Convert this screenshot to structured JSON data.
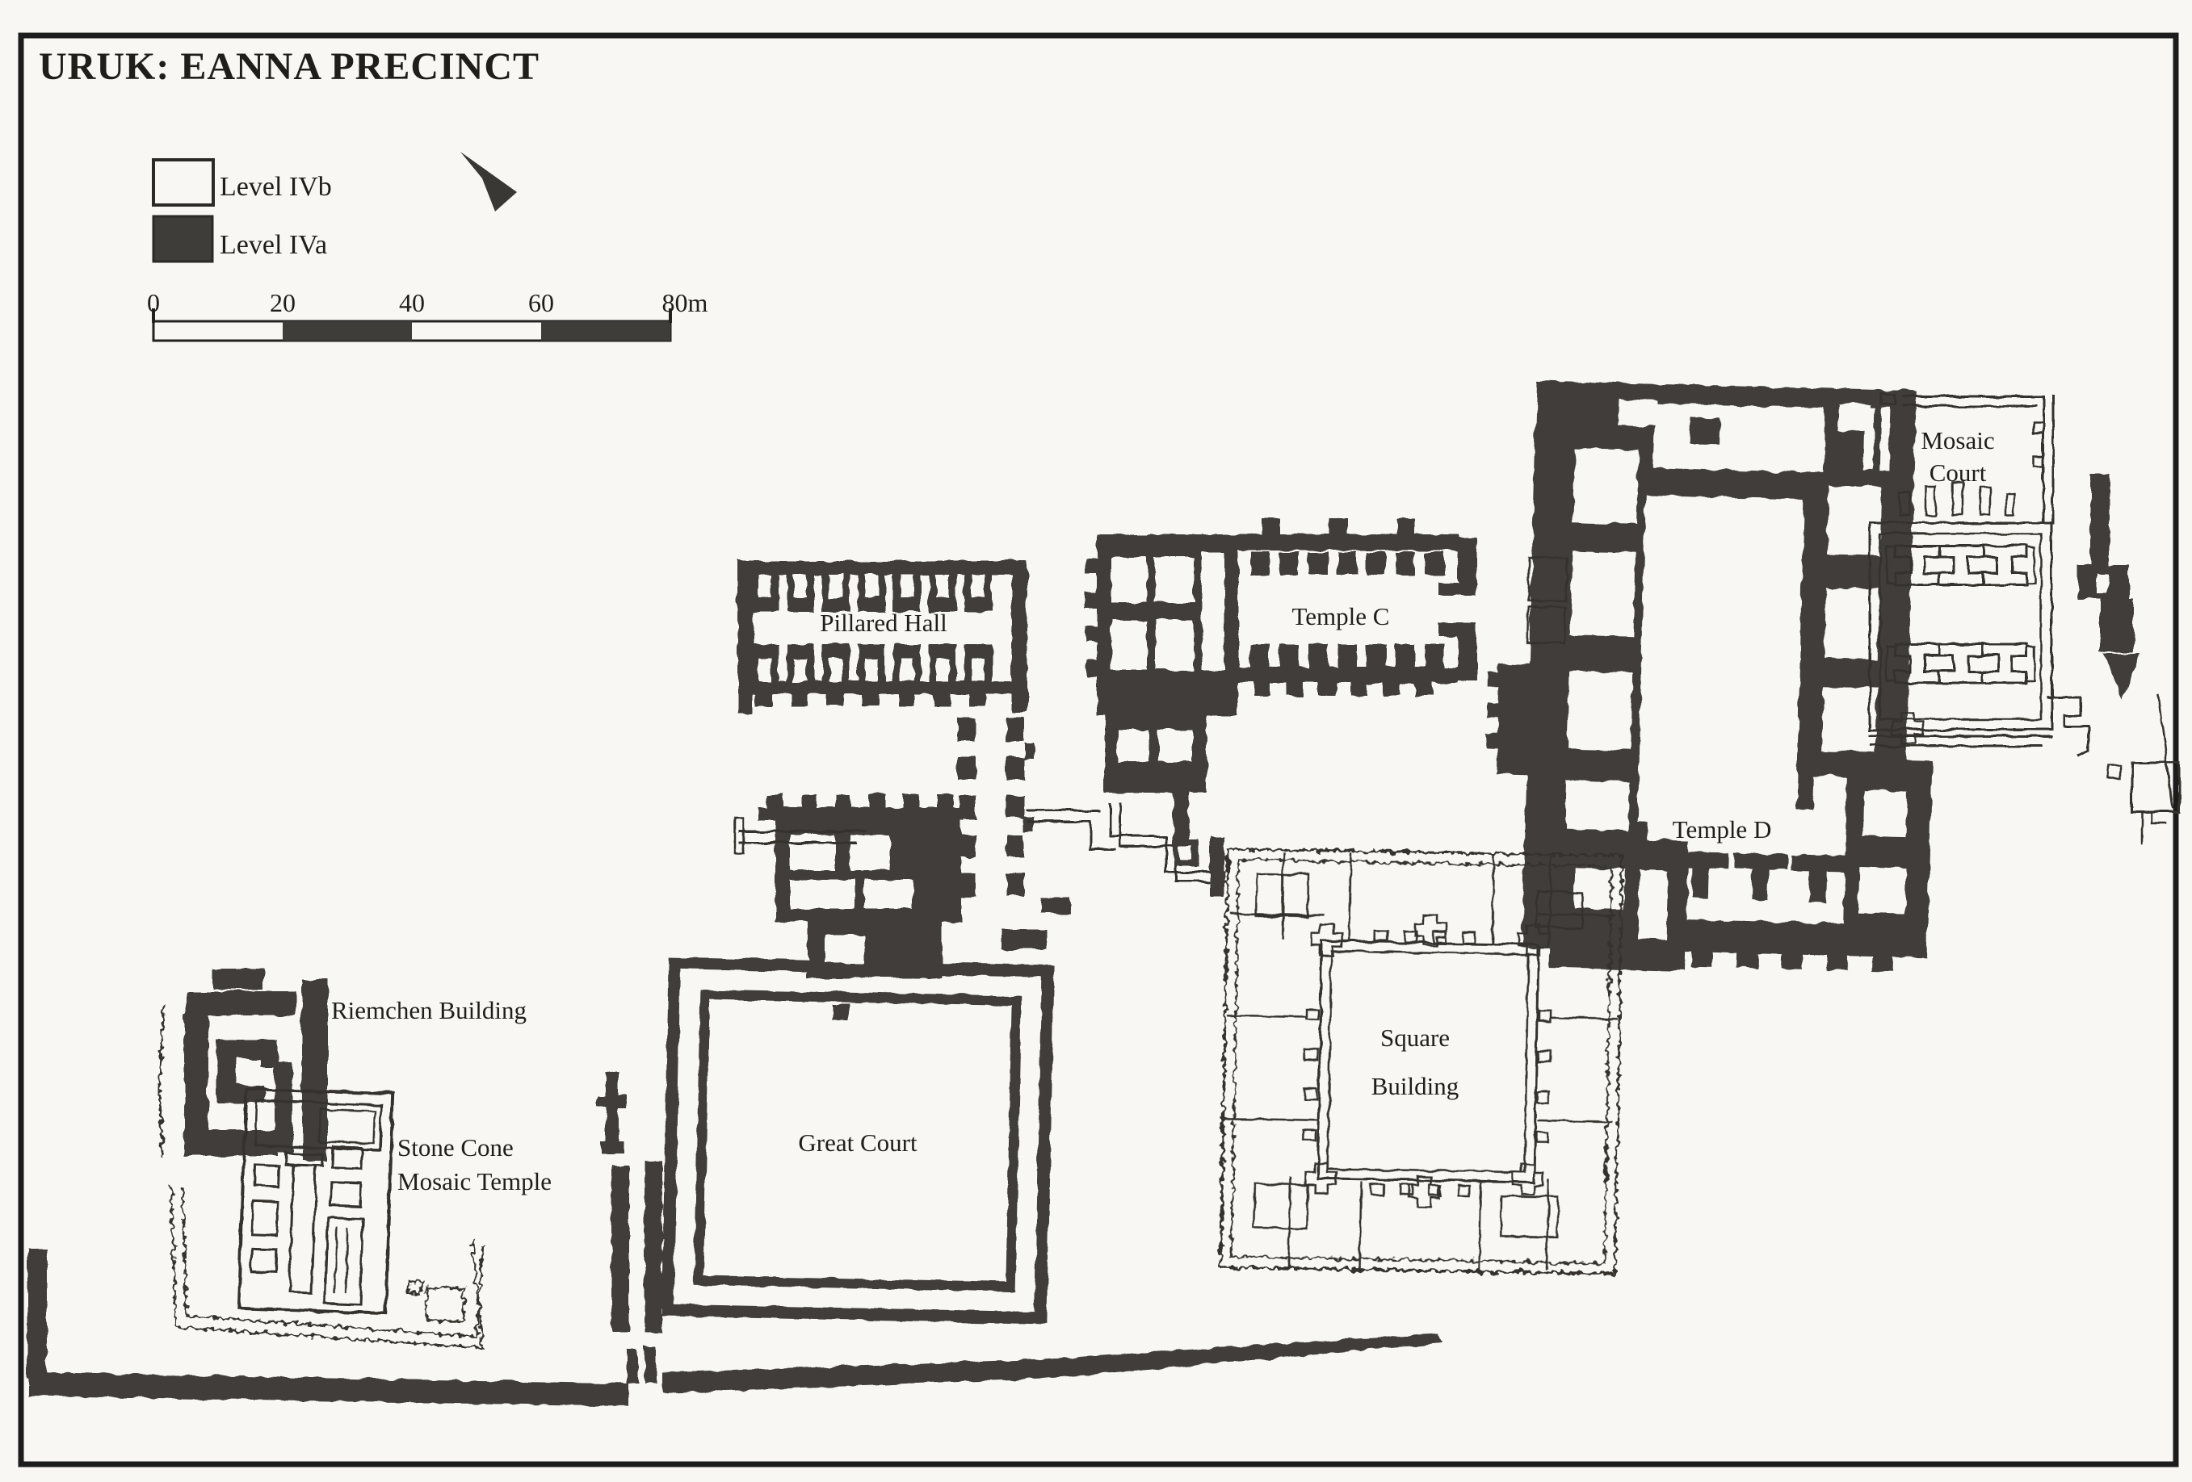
{
  "title": "URUK: EANNA PRECINCT",
  "legend": {
    "items": [
      {
        "label": "Level IVb",
        "style": "outline"
      },
      {
        "label": "Level IVa",
        "style": "solid"
      }
    ]
  },
  "scale_bar": {
    "tick_labels": [
      "0",
      "20",
      "40",
      "60",
      "80m"
    ],
    "units": "meters",
    "meters_per_segment": 20,
    "total_meters": 80
  },
  "compass": {
    "type": "north-arrow"
  },
  "buildings": [
    {
      "id": "riemchen-building",
      "label": "Riemchen Building",
      "level": "IVa"
    },
    {
      "id": "stone-cone-mosaic-temple",
      "label_lines": [
        "Stone Cone",
        "Mosaic Temple"
      ],
      "level": "IVb"
    },
    {
      "id": "pillared-hall",
      "label": "Pillared Hall",
      "level": "IVa"
    },
    {
      "id": "temple-c",
      "label": "Temple C",
      "level": "IVa"
    },
    {
      "id": "temple-d",
      "label": "Temple D",
      "level": "IVa"
    },
    {
      "id": "mosaic-court",
      "label_lines": [
        "Mosaic",
        "Court"
      ],
      "level": "IVb"
    },
    {
      "id": "square-building",
      "label_lines": [
        "Square",
        "Building"
      ],
      "level": "IVb"
    },
    {
      "id": "great-court",
      "label": "Great Court",
      "level": "IVa"
    }
  ],
  "colors": {
    "ink": "#3f3d3a",
    "paper": "#f8f7f3",
    "frame": "#1c1c1c"
  }
}
